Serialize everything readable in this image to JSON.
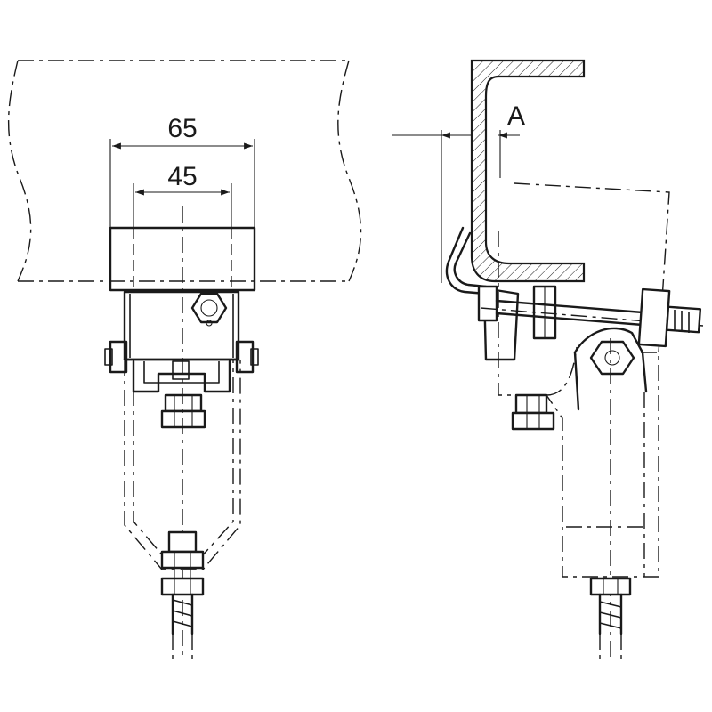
{
  "dimensions": {
    "outer_width": "65",
    "inner_width": "45",
    "flange_thickness": "A"
  },
  "views": [
    "front-view",
    "side-view"
  ],
  "colors": {
    "line": "#1a1a1a",
    "background": "#ffffff"
  }
}
